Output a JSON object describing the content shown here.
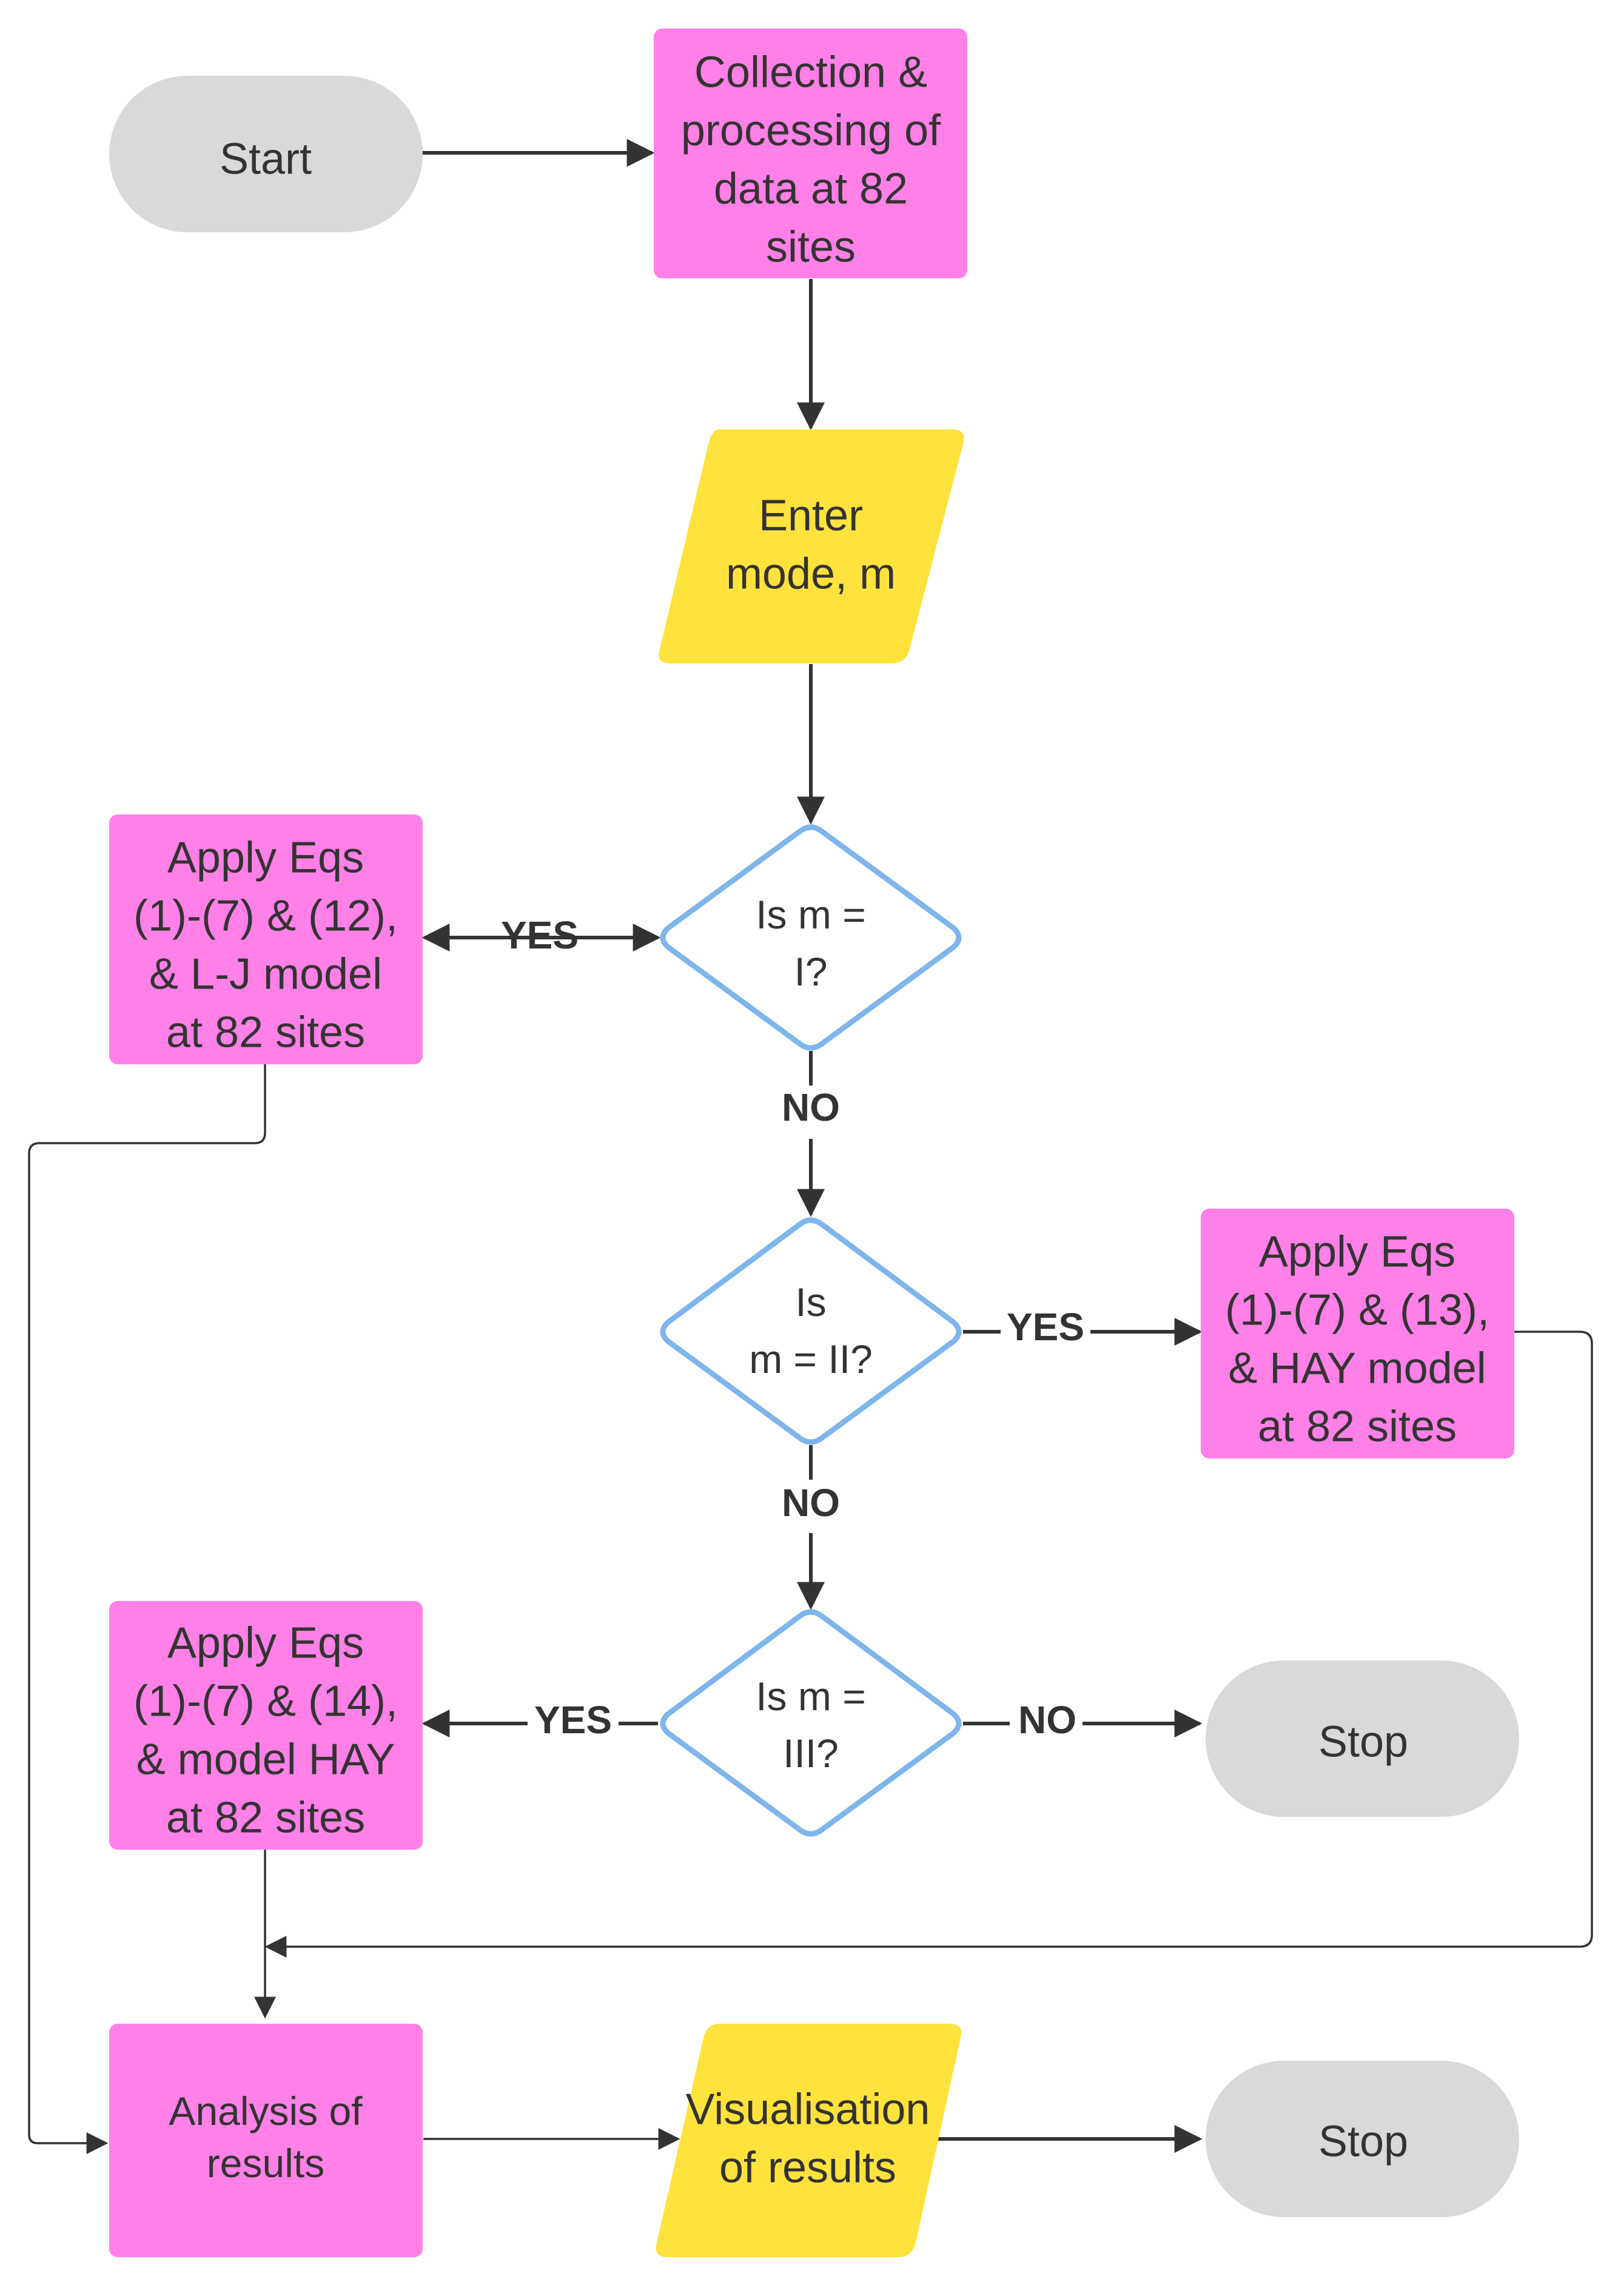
{
  "colors": {
    "terminal_fill": "#D9D9D9",
    "process_fill": "#FF80E6",
    "io_fill": "#FFE23B",
    "decision_stroke": "#7EB6EC",
    "arrow": "#333333",
    "text": "#333333"
  },
  "nodes": {
    "start": {
      "lines": [
        "Start"
      ]
    },
    "collection": {
      "lines": [
        "Collection &",
        "processing of",
        "data at 82",
        "sites"
      ]
    },
    "enter_mode": {
      "lines": [
        "Enter",
        "mode, m"
      ]
    },
    "decision1": {
      "lines": [
        "Is m =",
        "I?"
      ]
    },
    "apply1": {
      "lines": [
        "Apply Eqs",
        "(1)-(7) & (12),",
        "& L-J model",
        "at 82 sites"
      ]
    },
    "decision2": {
      "lines": [
        "Is",
        "m = II?"
      ]
    },
    "apply2": {
      "lines": [
        "Apply Eqs",
        "(1)-(7) & (13),",
        "& HAY model",
        "at 82 sites"
      ]
    },
    "decision3": {
      "lines": [
        "Is m =",
        "III?"
      ]
    },
    "apply3": {
      "lines": [
        "Apply Eqs",
        "(1)-(7) & (14),",
        "& model HAY",
        "at 82 sites"
      ]
    },
    "stop1": {
      "lines": [
        "Stop"
      ]
    },
    "analysis": {
      "lines": [
        "Analysis of",
        "results"
      ]
    },
    "visualisation": {
      "lines": [
        "Visualisation",
        "of results"
      ]
    },
    "stop2": {
      "lines": [
        "Stop"
      ]
    }
  },
  "edge_labels": {
    "d1_yes": "YES",
    "d1_no": "NO",
    "d2_yes": "YES",
    "d2_no": "NO",
    "d3_yes": "YES",
    "d3_no": "NO"
  }
}
